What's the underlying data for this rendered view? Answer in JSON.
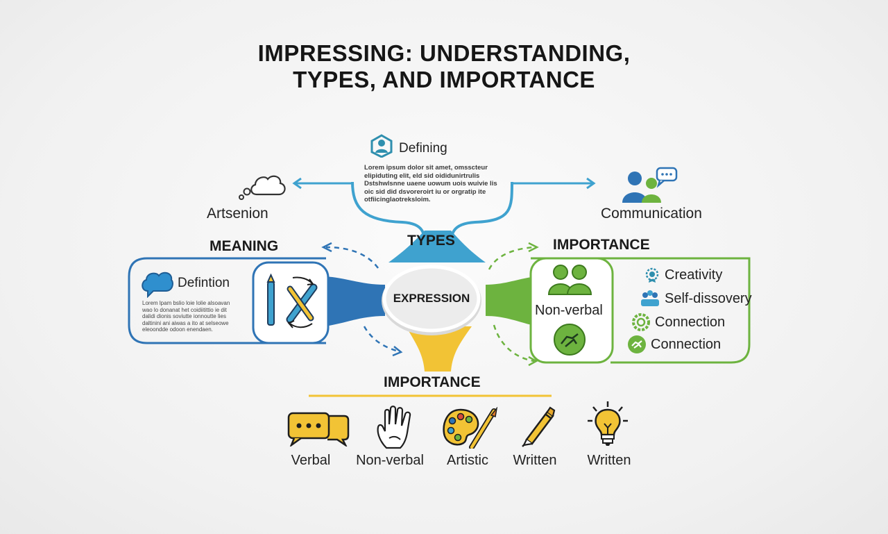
{
  "title": {
    "line1": "IMPRESSING: UNDERSTANDING,",
    "line2": "TYPES, AND IMPORTANCE"
  },
  "center": {
    "label": "EXPRESSION"
  },
  "top": {
    "heading": "TYPES",
    "card_title": "Defining",
    "card_text": [
      "Lorem ipsum dolor sit amet, omsscteur",
      "elipiduting elit, eld sid oididunirtrulis",
      "Dstshwlsnne uaene uowum uois wuivie lis",
      "oic sid did dsvoreroirt iu or orgratip ite",
      "otfiicinglaotreksloim."
    ],
    "left_label": "Artsenion",
    "right_label": "Communication"
  },
  "meaning": {
    "heading": "MEANING",
    "card_title": "Defintion",
    "card_text": [
      "Lorem lpam bslio loie lolie alsoavan",
      "wao lo donanat het coidiitittio ie dit",
      "dalidi dionis soviutte ionnoutte lies",
      "daltinini ani aiwas a ito at selseowe",
      "eleoondde odoon enendaen."
    ]
  },
  "importance_right": {
    "heading": "IMPORTANCE",
    "card_label": "Non-verbal",
    "items": [
      {
        "label": "Creativity",
        "icon": "badge-icon"
      },
      {
        "label": "Self-dissovery",
        "icon": "people-network-icon"
      },
      {
        "label": "Connection",
        "icon": "gear-icon"
      },
      {
        "label": "Connection",
        "icon": "handshake-icon"
      }
    ]
  },
  "importance_bottom": {
    "heading": "IMPORTANCE",
    "types": [
      {
        "label": "Verbal",
        "icon": "speech-bubbles-icon"
      },
      {
        "label": "Non-verbal",
        "icon": "hand-icon"
      },
      {
        "label": "Artistic",
        "icon": "palette-icon"
      },
      {
        "label": "Written",
        "icon": "pen-icon"
      },
      {
        "label": "Written",
        "icon": "lightbulb-icon"
      }
    ]
  },
  "colors": {
    "blue": "#2f74b5",
    "light_blue": "#3fa2cf",
    "green": "#6db33f",
    "yellow": "#f2c335",
    "icon_teal": "#2f8fae"
  }
}
